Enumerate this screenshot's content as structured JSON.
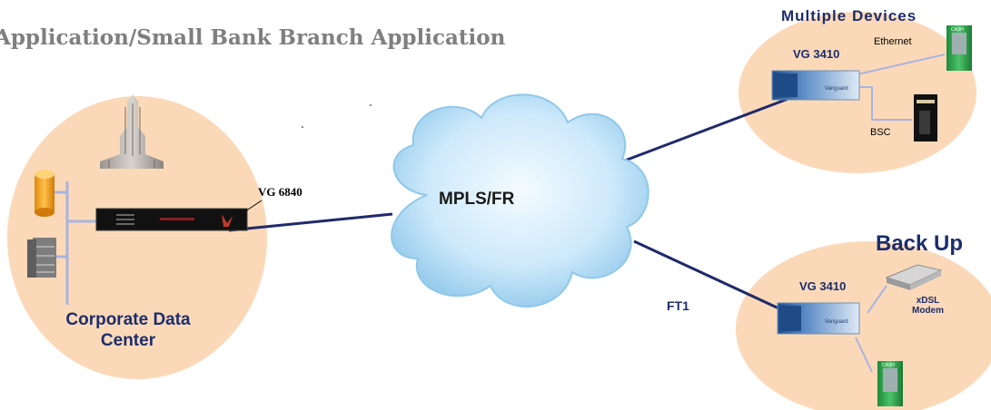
{
  "title": "Application/Small Bank Branch Application",
  "cloud": {
    "label": "MPLS/FR"
  },
  "corporate": {
    "label_line1": "Corporate Data",
    "label_line2": "Center",
    "device_label": "VG 6840",
    "building_icon": "office-building-icon",
    "database_icon": "database-cylinder-icon",
    "server_icon": "server-rack-icon"
  },
  "multiple_devices": {
    "heading": "Multiple Devices",
    "device_label": "VG 3410",
    "ethernet_label": "Ethernet",
    "bsc_label": "BSC",
    "atm_icon": "atm-machine-icon",
    "bsc_icon": "bsc-tower-icon"
  },
  "backup": {
    "heading": "Back Up",
    "device_label": "VG 3410",
    "modem_label_line1": "xDSL",
    "modem_label_line2": "Modem",
    "link_label": "FT1",
    "atm_icon": "atm-machine-icon",
    "modem_icon": "modem-icon"
  },
  "atm_screen_text": "CASH",
  "colors": {
    "ellipse": "#fbd9b8",
    "cloud_center": "#eef8ff",
    "cloud_edge": "#8fc8ea",
    "link_line": "#1f2a6b",
    "lan_line": "#a8b4e0",
    "navy_text": "#1c2d6b",
    "title_text": "#7f7f7f"
  }
}
